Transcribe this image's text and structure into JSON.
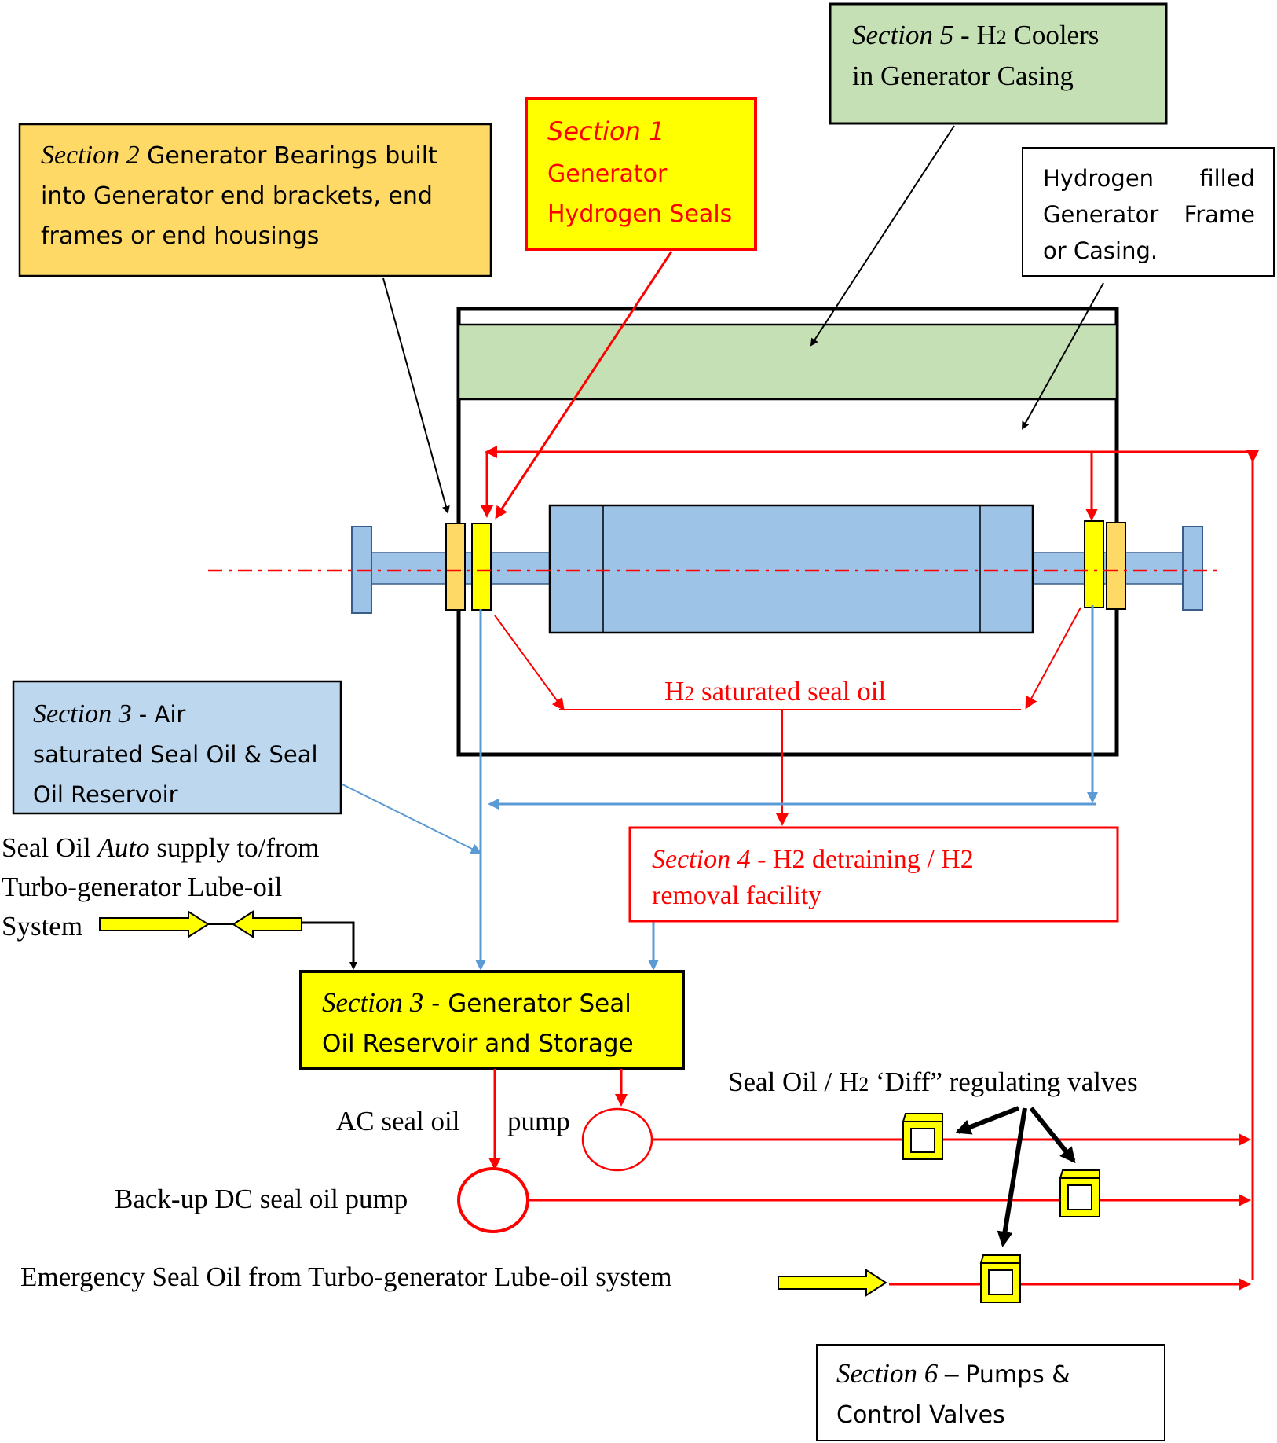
{
  "colors": {
    "black": "#000000",
    "red": "#ff0000",
    "blue": "#5b9bd5",
    "yellow": "#ffff00",
    "orange": "#ffd966",
    "green": "#c5e0b4",
    "light_blue": "#bdd7ee",
    "rotor_blue": "#9dc3e6",
    "shaft_blue": "#9dc3e6"
  },
  "section5": {
    "tag": "Section 5",
    "dash": " - ",
    "h": "H",
    "sub": "2",
    "rest": " Coolers",
    "line2": "in Generator Casing"
  },
  "section1": {
    "tag": "Section 1",
    "line2": "Generator",
    "line3": "Hydrogen Seals"
  },
  "section2": {
    "tag": "Section 2",
    "line1_rest": " Generator Bearings built",
    "line2": "into Generator end brackets, end",
    "line3": "frames or end housings"
  },
  "frame_label": {
    "line1a": "Hydrogen",
    "line1b": "filled",
    "line2a": "Generator",
    "line2b": "Frame",
    "line3": "or Casing."
  },
  "h2_oil": {
    "h": "H",
    "sub": "2",
    "rest": " saturated seal oil"
  },
  "section3_air": {
    "tag": "Section 3",
    "dash": " - ",
    "line1_rest": "Air",
    "line2": "saturated Seal Oil & Seal",
    "line3": "Oil Reservoir"
  },
  "auto_supply": {
    "line1a": "Seal Oil ",
    "line1b": "Auto",
    "line1c": " supply to/from",
    "line2": "Turbo-generator Lube-oil",
    "line3": "System"
  },
  "section4": {
    "tag": "Section 4",
    "line1_rest": " - H2 detraining / H2",
    "line2": "removal facility"
  },
  "section3_res": {
    "tag": "Section 3",
    "dash": " - ",
    "line1_rest": "Generator Seal",
    "line2": "Oil Reservoir and Storage"
  },
  "valves_label": {
    "a": "Seal Oil / H",
    "sub": "2",
    "b": " ‘Diff” regulating valves"
  },
  "ac_pump": {
    "a": "AC seal oil",
    "b": "pump"
  },
  "dc_pump": "Back-up DC seal oil pump",
  "emergency": "Emergency Seal Oil from Turbo-generator Lube-oil system",
  "section6": {
    "tag": "Section 6",
    "dash": " – ",
    "line1_rest": "Pumps &",
    "line2": "Control Valves"
  }
}
